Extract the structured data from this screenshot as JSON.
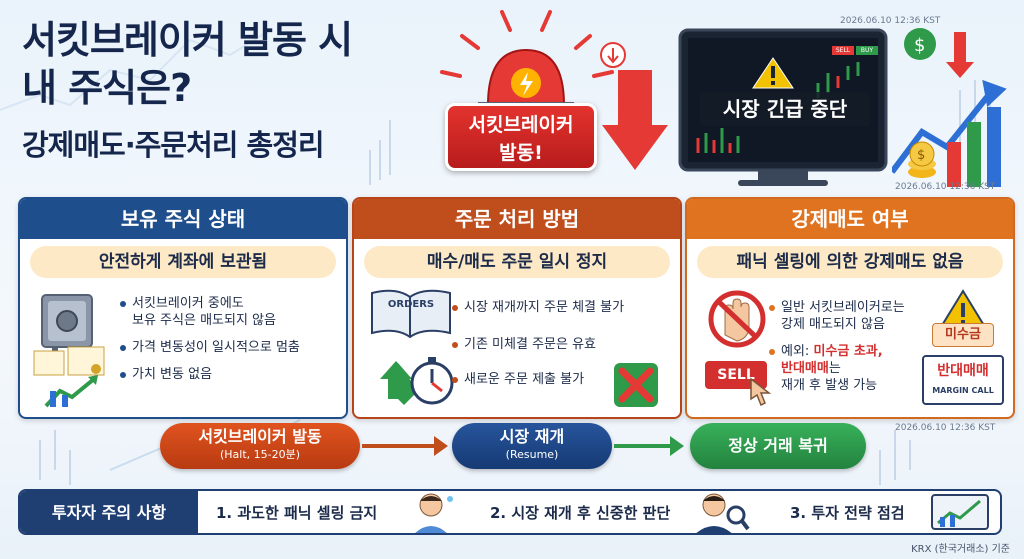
{
  "title": {
    "line1": "서킷브레이커 발동 시",
    "line2": "내 주식은?",
    "line3": "강제매도·주문처리 총정리"
  },
  "timestamps": {
    "top": "2026.06.10 12:36 KST",
    "mid": "2026.06.10 12:36 KST",
    "low": "2026.06.10 12:36 KST"
  },
  "hero": {
    "siren_label": "서킷브레이커\n발동!",
    "monitor_label": "시장 긴급 중단",
    "monitor_sell": "SELL",
    "monitor_buy": "BUY"
  },
  "cards": [
    {
      "head": "보유 주식 상태",
      "sub": "안전하게 계좌에 보관됨",
      "items": [
        "서킷브레이커 중에도\n보유 주식은 매도되지 않음",
        "가격 변동성이 일시적으로 멈춤",
        "가치 변동 없음"
      ]
    },
    {
      "head": "주문 처리 방법",
      "sub": "매수/매도 주문 일시 정지",
      "items": [
        "시장 재개까지 주문 체결 불가",
        "기존 미체결 주문은 유효",
        "새로운 주문 제출 불가"
      ],
      "book_label": "ORDERS"
    },
    {
      "head": "강제매도 여부",
      "sub": "패닉 셀링에 의한 강제매도 없음",
      "items": [
        "일반 서킷브레이커로는\n강제 매도되지 않음"
      ],
      "exception_prefix": "예외: ",
      "exception_red": "미수금 초과,\n반대매매",
      "exception_suffix": "는\n재개 후 발생 가능",
      "sell_key": "SELL",
      "badge1": "미수금",
      "badge2": "반대매매",
      "badge2_sub": "MARGIN CALL"
    }
  ],
  "flow": [
    {
      "main": "서킷브레이커 발동",
      "sub": "(Halt, 15-20분)"
    },
    {
      "main": "시장 재개",
      "sub": "(Resume)"
    },
    {
      "main": "정상 거래 복귀",
      "sub": ""
    }
  ],
  "warnings": {
    "lead": "투자자 주의 사항",
    "items": [
      "1. 과도한 패닉 셀링 금지",
      "2. 시장 재개 후 신중한 판단",
      "3. 투자 전략 점검"
    ]
  },
  "footer": "KRX (한국거래소) 기준",
  "colors": {
    "navy": "#1f4e8c",
    "rust": "#c04e1c",
    "orange": "#e0731f",
    "green": "#2e9a4a",
    "red": "#d32f2f"
  }
}
